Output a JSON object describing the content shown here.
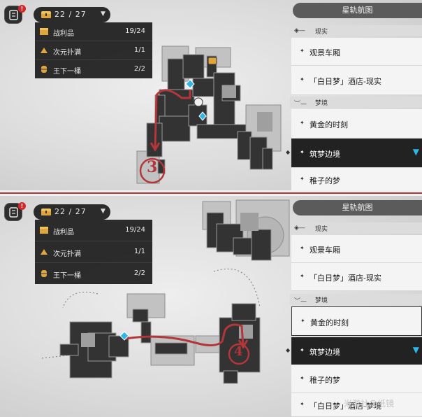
{
  "top": {
    "quest_badge": "!",
    "chest_counter": "22 / 27",
    "chests": [
      {
        "name": "战利品",
        "value": "19/24"
      },
      {
        "name": "次元扑满",
        "value": "1/1"
      },
      {
        "name": "王下一桶",
        "value": "2/2"
      }
    ],
    "nav": {
      "header": "星轨航图",
      "section_real": "现实",
      "section_dream": "梦境",
      "items": [
        "观景车厢",
        "「白日梦」酒店-现实",
        "黄金的时刻",
        "筑梦边境",
        "稚子的梦"
      ],
      "active_index": 3
    },
    "marker_number": "3"
  },
  "bottom": {
    "quest_badge": "!",
    "chest_counter": "22 / 27",
    "chests": [
      {
        "name": "战利品",
        "value": "19/24"
      },
      {
        "name": "次元扑满",
        "value": "1/1"
      },
      {
        "name": "王下一桶",
        "value": "2/2"
      }
    ],
    "nav": {
      "header": "星轨航图",
      "section_real": "现实",
      "section_dream": "梦境",
      "items": [
        "观景车厢",
        "「白日梦」酒店-现实",
        "黄金的时刻",
        "筑梦边境",
        "稚子的梦",
        "「白日梦」酒店-梦境"
      ],
      "active_index": 3
    },
    "marker_number": "4"
  },
  "watermark": "米游社@纸镜",
  "colors": {
    "accent": "#2fb7e8",
    "route": "#b2363a",
    "nav_active": "#222222",
    "badge": "#d8252a"
  }
}
